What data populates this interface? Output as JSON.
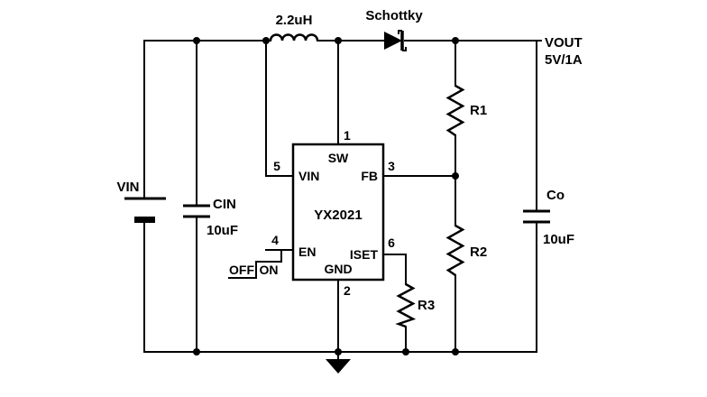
{
  "schematic": {
    "source": {
      "label": "VIN"
    },
    "input_cap": {
      "name": "CIN",
      "value": "10uF"
    },
    "inductor": {
      "value": "2.2uH"
    },
    "diode": {
      "type": "Schottky"
    },
    "output": {
      "label": "VOUT",
      "rating": "5V/1A"
    },
    "output_cap": {
      "name": "Co",
      "value": "10uF"
    },
    "resistors": {
      "r1": "R1",
      "r2": "R2",
      "r3": "R3"
    },
    "ic": {
      "part": "YX2021",
      "pins": {
        "sw": {
          "number": "1",
          "name": "SW"
        },
        "gnd": {
          "number": "2",
          "name": "GND"
        },
        "fb": {
          "number": "3",
          "name": "FB"
        },
        "en": {
          "number": "4",
          "name": "EN"
        },
        "vin": {
          "number": "5",
          "name": "VIN"
        },
        "iset": {
          "number": "6",
          "name": "ISET"
        }
      }
    },
    "switch": {
      "off": "OFF",
      "on": "ON"
    }
  },
  "colors": {
    "wire": "#000000",
    "background": "#ffffff",
    "text": "#000000"
  }
}
